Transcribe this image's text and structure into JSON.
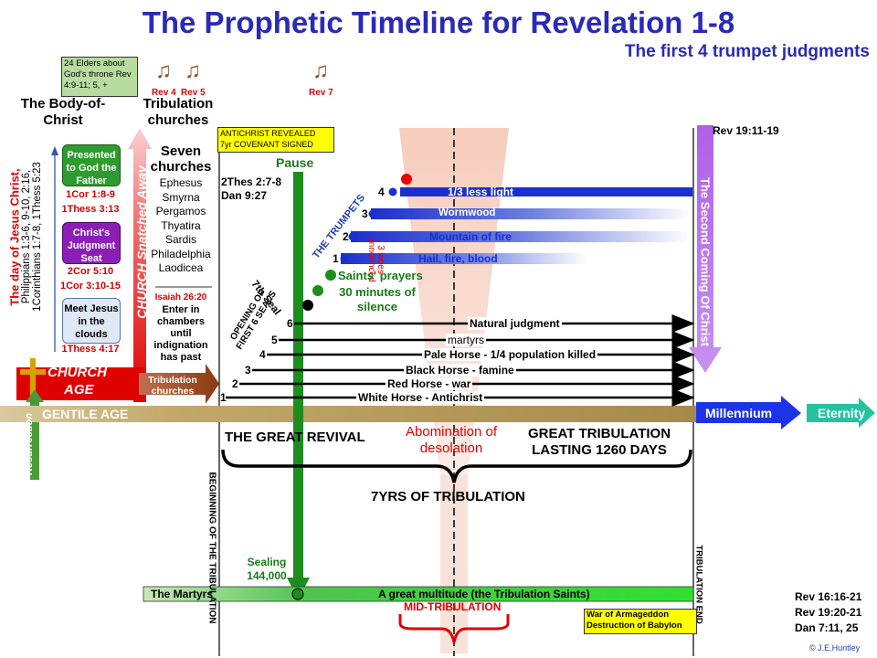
{
  "title": "The Prophetic Timeline for Revelation 1-8",
  "subtitle": "The first 4 trumpet judgments",
  "elders_box": "24 Elders about God's throne Rev 4:9-11; 5, +",
  "harps": [
    {
      "label": "Rev 4"
    },
    {
      "label": "Rev 5"
    },
    {
      "label": "Rev 7"
    }
  ],
  "left": {
    "body_of_christ": "The Body-of-Christ",
    "tribulation_churches": "Tribulation churches",
    "day_of_christ": "The day of Jesus Christ,",
    "day_refs_1": "Philippians 1:3-6, 9-10, 2:16,",
    "day_refs_2": "1Corinthians 1:7-8, 1Thess 5:23",
    "box_presented": "Presented to God the Father",
    "ref_presented_1": "1Cor 1:8-9",
    "ref_presented_2": "1Thess 3:13",
    "box_judgment": "Christ's Judgment Seat",
    "ref_judgment_1": "2Cor 5:10",
    "ref_judgment_2": "1Cor 3:10-15",
    "box_meet": "Meet Jesus in the clouds",
    "ref_meet": "1Thess 4:17",
    "church_snatched": "CHURCH Snatched Away",
    "church": "CHURCH",
    "age": "AGE",
    "trib_churches_arrow": "Tribulation churches",
    "resurrection": "Resurrection",
    "gentile_age": "GENTILE AGE"
  },
  "seven_churches": {
    "heading": "Seven churches",
    "names": [
      "Ephesus",
      "Smyrna",
      "Pergamos",
      "Thyatira",
      "Sardis",
      "Philadelphia",
      "Laodicea"
    ],
    "isaiah_ref": "Isaiah 26:20",
    "isaiah_text": "Enter in chambers until indignation has past"
  },
  "antichrist_box": {
    "line1": "ANTICHRIST  REVEALED",
    "line2": "7yr COVENANT  SIGNED"
  },
  "pause": "Pause",
  "thes_ref": "2Thes 2:7-8",
  "dan_ref": "Dan 9:27",
  "seventh_seal": "7th Seal",
  "opening_seals": "OPENING OF FIRST 6 SEALS",
  "the_trumpets": "THE TRUMPETS",
  "woes": "3 woes announced",
  "trumpets": [
    {
      "num": "4",
      "label": "1/3 less light"
    },
    {
      "num": "3",
      "label": "Wormwood"
    },
    {
      "num": "2",
      "label": "Mountain of fire"
    },
    {
      "num": "1",
      "label": "Hail, fire, blood"
    }
  ],
  "saints_prayers": "Saints' prayers",
  "silence": "30 minutes of silence",
  "seals": [
    {
      "num": "6",
      "label": "Natural judgment"
    },
    {
      "num": "5",
      "label": "martyrs"
    },
    {
      "num": "4",
      "label": "Pale Horse - 1/4 population killed"
    },
    {
      "num": "3",
      "label": "Black Horse - famine"
    },
    {
      "num": "2",
      "label": "Red Horse - war"
    },
    {
      "num": "1",
      "label": "White Horse - Antichrist"
    }
  ],
  "rev19": "Rev 19:11-19",
  "second_coming": "The Second Coming Of Christ",
  "millennium": "Millennium",
  "eternity": "Eternity",
  "great_revival": "THE GREAT REVIVAL",
  "abomination": "Abomination of desolation",
  "great_tribulation": "GREAT TRIBULATION LASTING 1260 DAYS",
  "seven_yrs": "7YRS OF TRIBULATION",
  "beginning": "BEGINNING OF THE TRIBULATION",
  "trib_end": "TRIBULATION END",
  "sealing": "Sealing 144,000",
  "martyrs_bar": "The Martyrs",
  "multitude": "A great multitude (the Tribulation Saints)",
  "mid_trib": "MID-TRIBULATION",
  "armageddon": "War of Armageddon Destruction of Babylon",
  "refs_right": [
    "Rev 16:16-21",
    "Rev 19:20-21",
    "Dan 7:11, 25"
  ],
  "copyright": "© J.E.Huntley",
  "colors": {
    "title": "#2a2ab8",
    "church_red": "#e00000",
    "green_pause": "#1e8c1e",
    "trumpet_blue": "#1b2fd0",
    "purple": "#9b44d6",
    "gold": "#b89a52"
  }
}
